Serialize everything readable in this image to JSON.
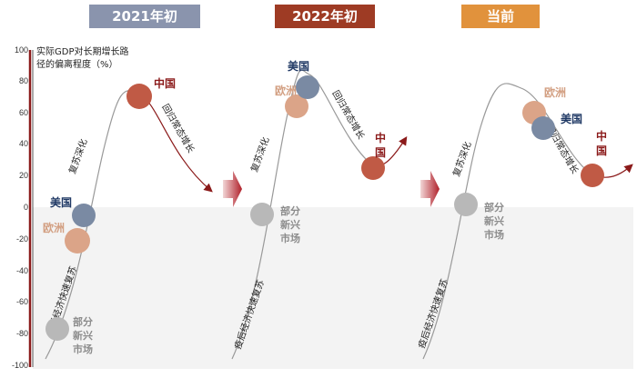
{
  "headers": {
    "p2021": "2021年初",
    "p2022": "2022年初",
    "now": "当前"
  },
  "colors": {
    "header_2021": "#8a94ad",
    "header_2022": "#9e3b24",
    "header_now": "#e1923c",
    "china": "#c05a45",
    "us": "#7a8aa3",
    "europe": "#dba488",
    "emerging": "#b8b8b8"
  },
  "y_axis": {
    "label_line1": "实际GDP对长期增长路",
    "label_line2": "径的偏离程度（%）",
    "ticks": [
      "100",
      "80",
      "60",
      "40",
      "20",
      "0",
      "-20",
      "-40",
      "-60",
      "-80",
      "-100"
    ]
  },
  "labels": {
    "rapid_recovery": "疫后经济快速复苏",
    "deepening_recovery": "复苏深化",
    "normal_growth": "回归常态增长",
    "china": "中国",
    "us": "美国",
    "europe": "欧洲",
    "emerging_1": "部分",
    "emerging_2": "新兴",
    "emerging_3": "市场"
  }
}
